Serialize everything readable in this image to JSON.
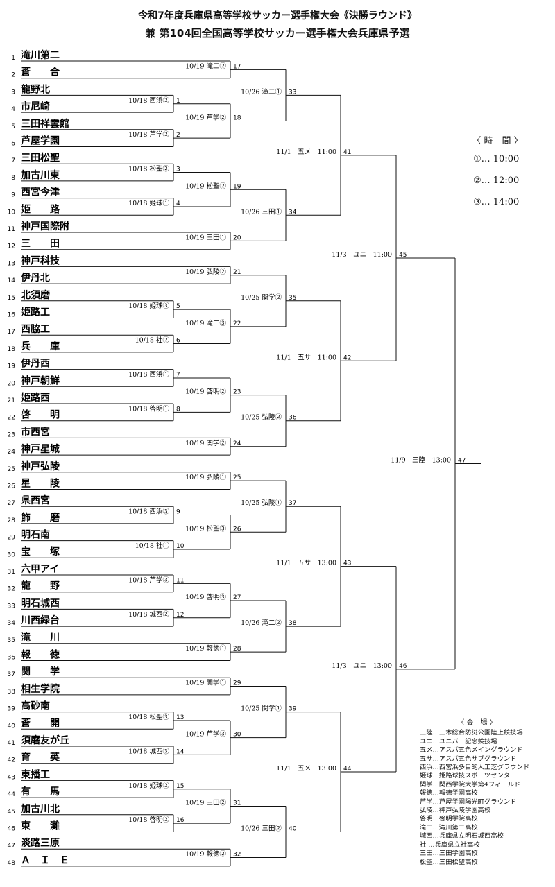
{
  "title_line1": "令和7年度兵庫県高等学校サッカー選手権大会《決勝ラウンド》",
  "title_line2": "兼 第104回全国高等学校サッカー選手権大会兵庫県予選",
  "teams": [
    "滝川第二",
    "蒼　　合",
    "龍野北",
    "市尼崎",
    "三田祥雲館",
    "芦屋学園",
    "三田松聖",
    "加古川東",
    "西宮今津",
    "姫　　路",
    "神戸国際附",
    "三　　田",
    "神戸科技",
    "伊丹北",
    "北須磨",
    "姫路工",
    "西脇工",
    "兵　　庫",
    "伊丹西",
    "神戸朝鮮",
    "姫路西",
    "啓　　明",
    "市西宮",
    "神戸星城",
    "神戸弘陵",
    "星　　陵",
    "県西宮",
    "飾　　磨",
    "明石南",
    "宝　　塚",
    "六甲アイ",
    "龍　　野",
    "明石城西",
    "川西緑台",
    "滝　　川",
    "報　　徳",
    "関　　学",
    "相生学院",
    "高砂南",
    "蒼　　開",
    "須磨友が丘",
    "育　　英",
    "東播工",
    "有　　馬",
    "加古川北",
    "東　　灘",
    "淡路三原",
    "Ａ　Ｉ　Ｅ"
  ],
  "r1": [
    {
      "label": "10/18 西浜②",
      "num": "1"
    },
    {
      "label": "10/18 芦学②",
      "num": "2"
    },
    {
      "label": "10/18 松聖②",
      "num": "3"
    },
    {
      "label": "10/18 姫球①",
      "num": "4"
    },
    {
      "label": "10/18 姫球③",
      "num": "5"
    },
    {
      "label": "10/18 社②",
      "num": "6"
    },
    {
      "label": "10/18 西浜①",
      "num": "7"
    },
    {
      "label": "10/18 啓明①",
      "num": "8"
    },
    {
      "label": "10/18 西浜③",
      "num": "9"
    },
    {
      "label": "10/18 社①",
      "num": "10"
    },
    {
      "label": "10/18 芦学③",
      "num": "11"
    },
    {
      "label": "10/18 城西②",
      "num": "12"
    },
    {
      "label": "10/18 松聖③",
      "num": "13"
    },
    {
      "label": "10/18 城西③",
      "num": "14"
    },
    {
      "label": "10/18 姫球②",
      "num": "15"
    },
    {
      "label": "10/18 啓明②",
      "num": "16"
    }
  ],
  "r2": [
    {
      "label": "10/19 滝二②",
      "num": "17"
    },
    {
      "label": "10/19 芦学②",
      "num": "18"
    },
    {
      "label": "10/19 松聖②",
      "num": "19"
    },
    {
      "label": "10/19 三田①",
      "num": "20"
    },
    {
      "label": "10/19 弘陵②",
      "num": "21"
    },
    {
      "label": "10/19 滝二③",
      "num": "22"
    },
    {
      "label": "10/19 啓明②",
      "num": "23"
    },
    {
      "label": "10/19 関学②",
      "num": "24"
    },
    {
      "label": "10/19 弘陵①",
      "num": "25"
    },
    {
      "label": "10/19 松聖③",
      "num": "26"
    },
    {
      "label": "10/19 啓明③",
      "num": "27"
    },
    {
      "label": "10/19 報徳①",
      "num": "28"
    },
    {
      "label": "10/19 関学①",
      "num": "29"
    },
    {
      "label": "10/19 芦学③",
      "num": "30"
    },
    {
      "label": "10/19 三田②",
      "num": "31"
    },
    {
      "label": "10/19 報徳②",
      "num": "32"
    }
  ],
  "r3": [
    {
      "label": "10/26 滝二①",
      "num": "33"
    },
    {
      "label": "10/26 三田①",
      "num": "34"
    },
    {
      "label": "10/25 関学②",
      "num": "35"
    },
    {
      "label": "10/25 弘陵②",
      "num": "36"
    },
    {
      "label": "10/25 弘陵①",
      "num": "37"
    },
    {
      "label": "10/26 滝二②",
      "num": "38"
    },
    {
      "label": "10/25 関学①",
      "num": "39"
    },
    {
      "label": "10/26 三田②",
      "num": "40"
    }
  ],
  "r4": [
    {
      "label": "11/1　五メ　11:00",
      "num": "41"
    },
    {
      "label": "11/1　五サ　11:00",
      "num": "42"
    },
    {
      "label": "11/1　五サ　13:00",
      "num": "43"
    },
    {
      "label": "11/1　五メ　13:00",
      "num": "44"
    }
  ],
  "r5": [
    {
      "label": "11/3　ユニ　11:00",
      "num": "45"
    },
    {
      "label": "11/3　ユニ　13:00",
      "num": "46"
    }
  ],
  "r6": [
    {
      "label": "11/9　三陸　13:00",
      "num": "47"
    }
  ],
  "time_legend": {
    "title": "〈 時　間 〉",
    "rows": [
      "①… 10:00",
      "②… 12:00",
      "③… 14:00"
    ]
  },
  "venue_legend": {
    "title": "〈 会　場 〉",
    "rows": [
      "三陸…三木総合防災公園陸上競技場",
      "ユニ…ユニバー記念競技場",
      "五メ…アスパ五色メイングラウンド",
      "五サ…アスパ五色サブグラウンド",
      "西浜…西宮浜多目的人工芝グラウンド",
      "姫球…姫路球技スポーツセンター",
      "関学…関西学院大学第4フィールド",
      "報徳…報徳学園高校",
      "芦学…芦屋学園陽光町グラウンド",
      "弘陵…神戸弘陵学園高校",
      "啓明…啓明学院高校",
      "滝二…滝川第二高校",
      "城西…兵庫県立明石城西高校",
      " 社 …兵庫県立社高校",
      "三田…三田学園高校",
      "松聖…三田松聖高校"
    ]
  }
}
